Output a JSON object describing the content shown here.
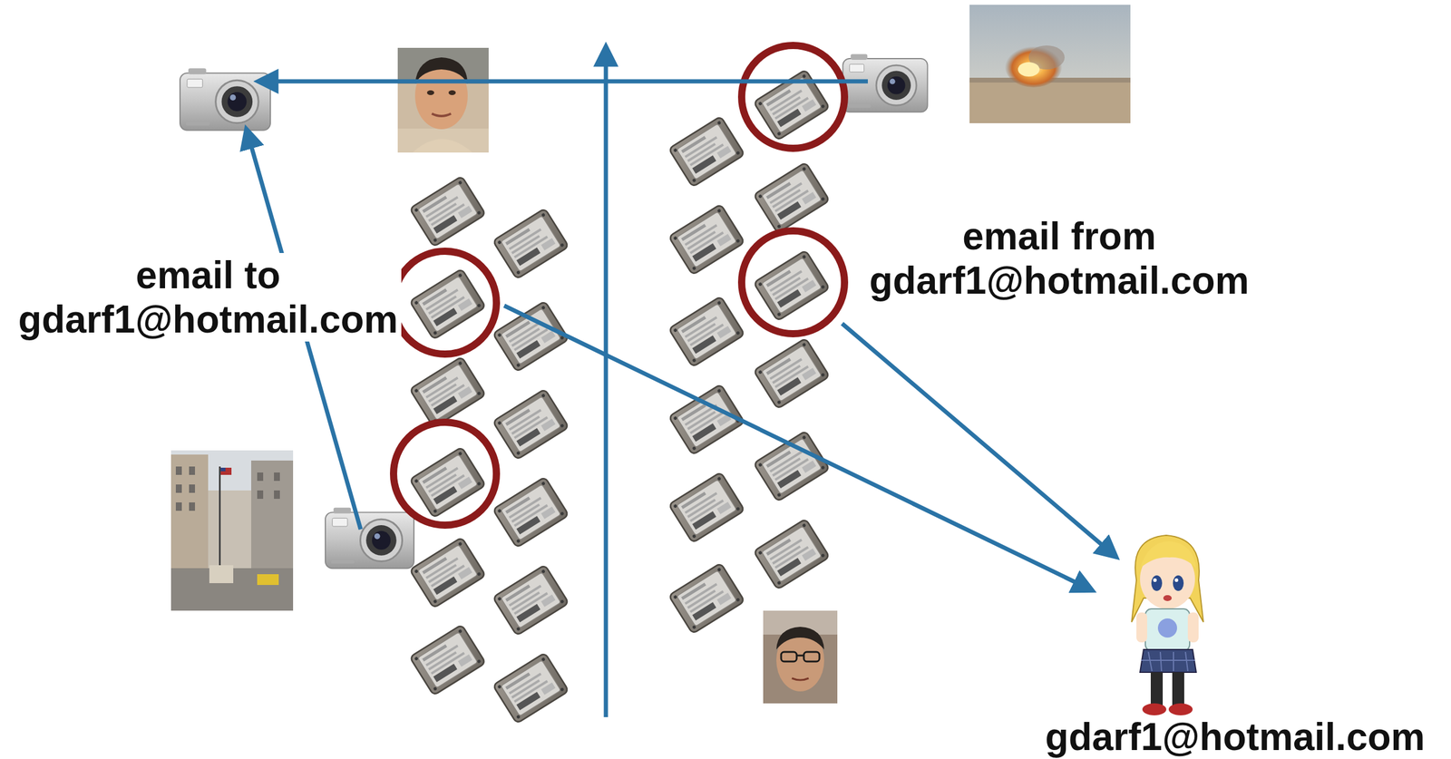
{
  "diagram": {
    "labels": [
      "email to gdarf1@hotmail.com",
      "email from gdarf1@hotmail.com",
      "gdarf1@hotmail.com"
    ]
  }
}
